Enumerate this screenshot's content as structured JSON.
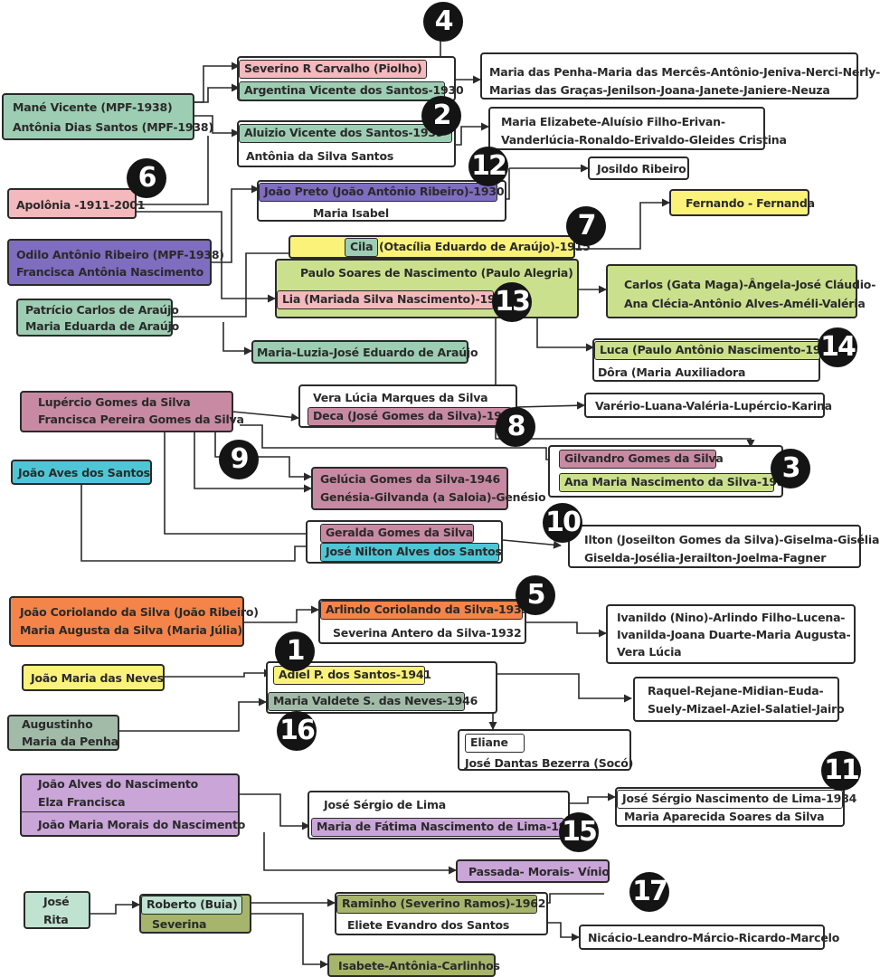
{
  "colors": {
    "teal": "#9dcdb3",
    "pink": "#f3b9bd",
    "rose": "#c88aa2",
    "purple": "#7f6dc0",
    "yellow": "#fbf27a",
    "lime": "#cbe08d",
    "cyan": "#4fc6d6",
    "orange": "#f4844a",
    "olive": "#a6b56b",
    "lavender": "#caa5d8",
    "sage": "#a2bba9",
    "mint": "#bfe3d0",
    "badge": "#141414",
    "line": "#2a2a2a"
  },
  "badges": [
    "4",
    "2",
    "6",
    "12",
    "7",
    "13",
    "14",
    "8",
    "9",
    "3",
    "10",
    "5",
    "1",
    "16",
    "11",
    "15",
    "17"
  ],
  "families": {
    "mane_vicente": "Mané Vicente (MPF-1938)",
    "antonia_dias": "Antônia Dias Santos (MPF-1938)",
    "severino_piolho": "Severino R Carvalho (Piolho)",
    "argentina": "Argentina Vicente dos Santos-1930",
    "children_argentina_1": "Maria das Penha-Maria das Mercês-Antônio-Jeniva-Nerci-Nerly-",
    "children_argentina_2": "Marias das Graças-Jenilson-Joana-Janete-Janiere-Neuza",
    "aluizio": "Aluizio Vicente dos Santos-1939",
    "antonia_silva": "Antônia da Silva Santos",
    "children_aluizio_1": "Maria Elizabete-Aluísio Filho-Erivan-",
    "children_aluizio_2": "Vanderlúcia-Ronaldo-Erivaldo-Gleides Cristina",
    "apolonia": "Apolônia -1911-2001",
    "joao_preto": "João Preto (João Antônio Ribeiro)-1930",
    "maria_isabel": "Maria Isabel",
    "josildo": "Josildo Ribeiro",
    "odilo": "Odilo Antônio Ribeiro (MPF-1938)",
    "francisca_nascimento": "Francisca Antônia Nascimento",
    "cila_short": "Cila",
    "cila_rest": "(Otacília Eduardo de Araújo)-1915",
    "fernando": "Fernando - Fernanda",
    "paulo_alegria": "Paulo Soares de Nascimento (Paulo Alegria)",
    "lia": "Lia (Mariada Silva Nascimento)-1935",
    "children_paulo_1": "Carlos (Gata Maga)-Ângela-José Cláudio-",
    "children_paulo_2": "Ana Clécia-Antônio Alves-Améli-Valéria",
    "patricio": "Patrício Carlos de Araújo",
    "maria_eduarda": "Maria Eduarda de Araújo",
    "children_patricio": "Maria-Luzia-José Eduardo de Araújo",
    "luca": "Luca (Paulo Antônio Nascimento-1950",
    "dora": "Dôra (Maria Auxiliadora",
    "lupercio": "Lupércio Gomes da Silva",
    "francisca_pereira": "Francisca Pereira Gomes da Silva",
    "vera_lucia": "Vera Lúcia Marques da Silva",
    "deca": "Deca (José Gomes da Silva)-1949",
    "children_deca": "Varério-Luana-Valéria-Lupércio-Karina",
    "joao_aves": "João Aves dos Santos",
    "gilvandro": "Gilvandro Gomes da Silva",
    "ana_maria": "Ana Maria Nascimento da Silva-1954",
    "gelucia": "Gelúcia Gomes da Silva-1946",
    "genesia": "Genésia-Gilvanda (a Saloia)-Genésio",
    "geralda": "Geralda Gomes da Silva",
    "jose_nilton": "José Nilton Alves dos Santos",
    "children_geralda_1": "Ilton (Joseilton Gomes da Silva)-Giselma-Gisélia",
    "children_geralda_2": "Giselda-Josélia-Jerailton-Joelma-Fagner",
    "joao_coriolando": "João Coriolando da Silva (João Ribeiro)",
    "maria_augusta": "Maria Augusta da Silva (Maria Júlia)",
    "arlindo": "Arlindo Coriolando da Silva-1933",
    "severina_antero": "Severina Antero da Silva-1932",
    "children_arlindo_1": "Ivanildo (Nino)-Arlindo Filho-Lucena-",
    "children_arlindo_2": "Ivanilda-Joana Duarte-Maria Augusta-",
    "children_arlindo_3": "Vera Lúcia",
    "joao_maria_neves": "João Maria das Neves",
    "adiel": "Adiel P. dos Santos-1941",
    "maria_valdete": "Maria Valdete S. das Neves-1946",
    "children_adiel_1": "Raquel-Rejane-Midian-Euda-",
    "children_adiel_2": "Suely-Mizael-Aziel-Salatiel-Jairo",
    "augustinho": "Augustinho",
    "maria_penha": "Maria da Penha",
    "eliane": "Eliane",
    "jose_dantas": "José Dantas Bezerra (Socó)",
    "joao_alves_nasc": "João Alves do Nascimento",
    "elza": "Elza Francisca",
    "joao_maria_morais": "João Maria Morais do Nascimento",
    "jose_sergio": "José Sérgio de Lima",
    "maria_fatima": "Maria de Fátima Nascimento de Lima-1961",
    "jose_sergio_n": "José Sérgio Nascimento de Lima-1984",
    "maria_aparecida": "Maria Aparecida Soares da Silva",
    "passada": "Passada- Morais- Vínio",
    "jose": "José",
    "rita": "Rita",
    "roberto": "Roberto (Buia)",
    "severina": "Severina",
    "raminho": "Raminho (Severino Ramos)-1962",
    "eliete": "Eliete Evandro dos Santos",
    "children_raminho": "Nicácio-Leandro-Márcio-Ricardo-Marcelo",
    "isabete": "Isabete-Antônia-Carlinhos"
  }
}
